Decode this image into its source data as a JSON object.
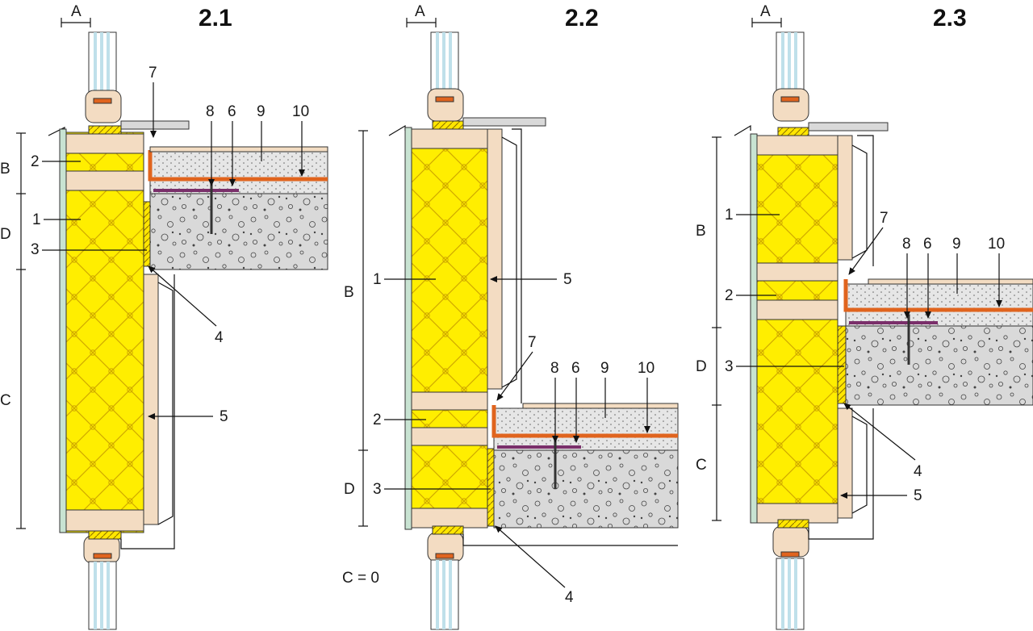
{
  "details": [
    {
      "title": "2.1",
      "dim_a": "A",
      "zones": [
        "B",
        "D",
        "C"
      ],
      "callouts": [
        "1",
        "2",
        "3",
        "4",
        "5",
        "6",
        "7",
        "8",
        "9",
        "10"
      ]
    },
    {
      "title": "2.2",
      "dim_a": "A",
      "zones": [
        "B",
        "D"
      ],
      "note": "C = 0",
      "callouts": [
        "1",
        "2",
        "3",
        "4",
        "5",
        "6",
        "7",
        "8",
        "9",
        "10"
      ]
    },
    {
      "title": "2.3",
      "dim_a": "A",
      "zones": [
        "B",
        "D",
        "C"
      ],
      "callouts": [
        "1",
        "2",
        "3",
        "4",
        "5",
        "6",
        "7",
        "8",
        "9",
        "10"
      ]
    }
  ],
  "colors": {
    "insulation": "#ffee00",
    "insulation_hatch": "#cfa800",
    "timber": "#f3dcc2",
    "concrete": "#d9d9d9",
    "screed": "#e6e6e6",
    "membrane": "#e0641e",
    "board": "#c8e3d2",
    "glass": "#bfe0ea"
  }
}
